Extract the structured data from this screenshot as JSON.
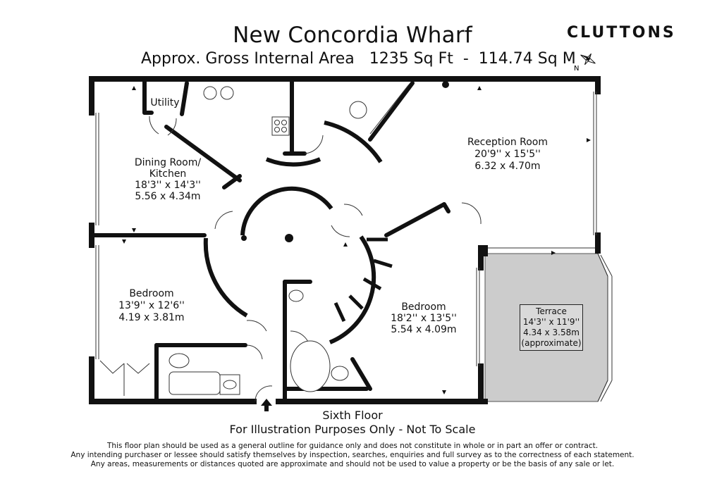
{
  "header": {
    "title": "New Concordia Wharf",
    "subtitle": "Approx. Gross Internal Area   1235 Sq Ft  -  114.74 Sq M",
    "brand": "CLUTTONS",
    "compass_letter": "N"
  },
  "rooms": {
    "utility": {
      "name": "Utility"
    },
    "dining": {
      "name": "Dining Room/\nKitchen",
      "imperial": "18'3'' x 14'3''",
      "metric": "5.56 x 4.34m"
    },
    "reception": {
      "name": "Reception Room",
      "imperial": "20'9'' x 15'5''",
      "metric": "6.32 x 4.70m"
    },
    "bedroom1": {
      "name": "Bedroom",
      "imperial": "13'9'' x 12'6''",
      "metric": "4.19 x 3.81m"
    },
    "bedroom2": {
      "name": "Bedroom",
      "imperial": "18'2'' x 13'5''",
      "metric": "5.54 x 4.09m"
    },
    "terrace": {
      "name": "Terrace",
      "imperial": "14'3'' x 11'9''",
      "metric": "4.34 x 3.58m",
      "note": "(approximate)"
    }
  },
  "footer": {
    "floor": "Sixth Floor",
    "illustration": "For Illustration Purposes Only - Not To Scale",
    "disclaimer_1": "This floor plan should be used as a general outline for guidance only and does not constitute in whole or in part an offer or contract.",
    "disclaimer_2": "Any intending purchaser or lessee should satisfy themselves by inspection, searches, enquiries and full survey as to the correctness of each statement.",
    "disclaimer_3": "Any areas, measurements or distances quoted are approximate and should not be used to value a property or be the basis of any sale or let."
  },
  "colors": {
    "wall": "#111111",
    "terrace_fill": "#cccccc",
    "background": "#ffffff"
  }
}
